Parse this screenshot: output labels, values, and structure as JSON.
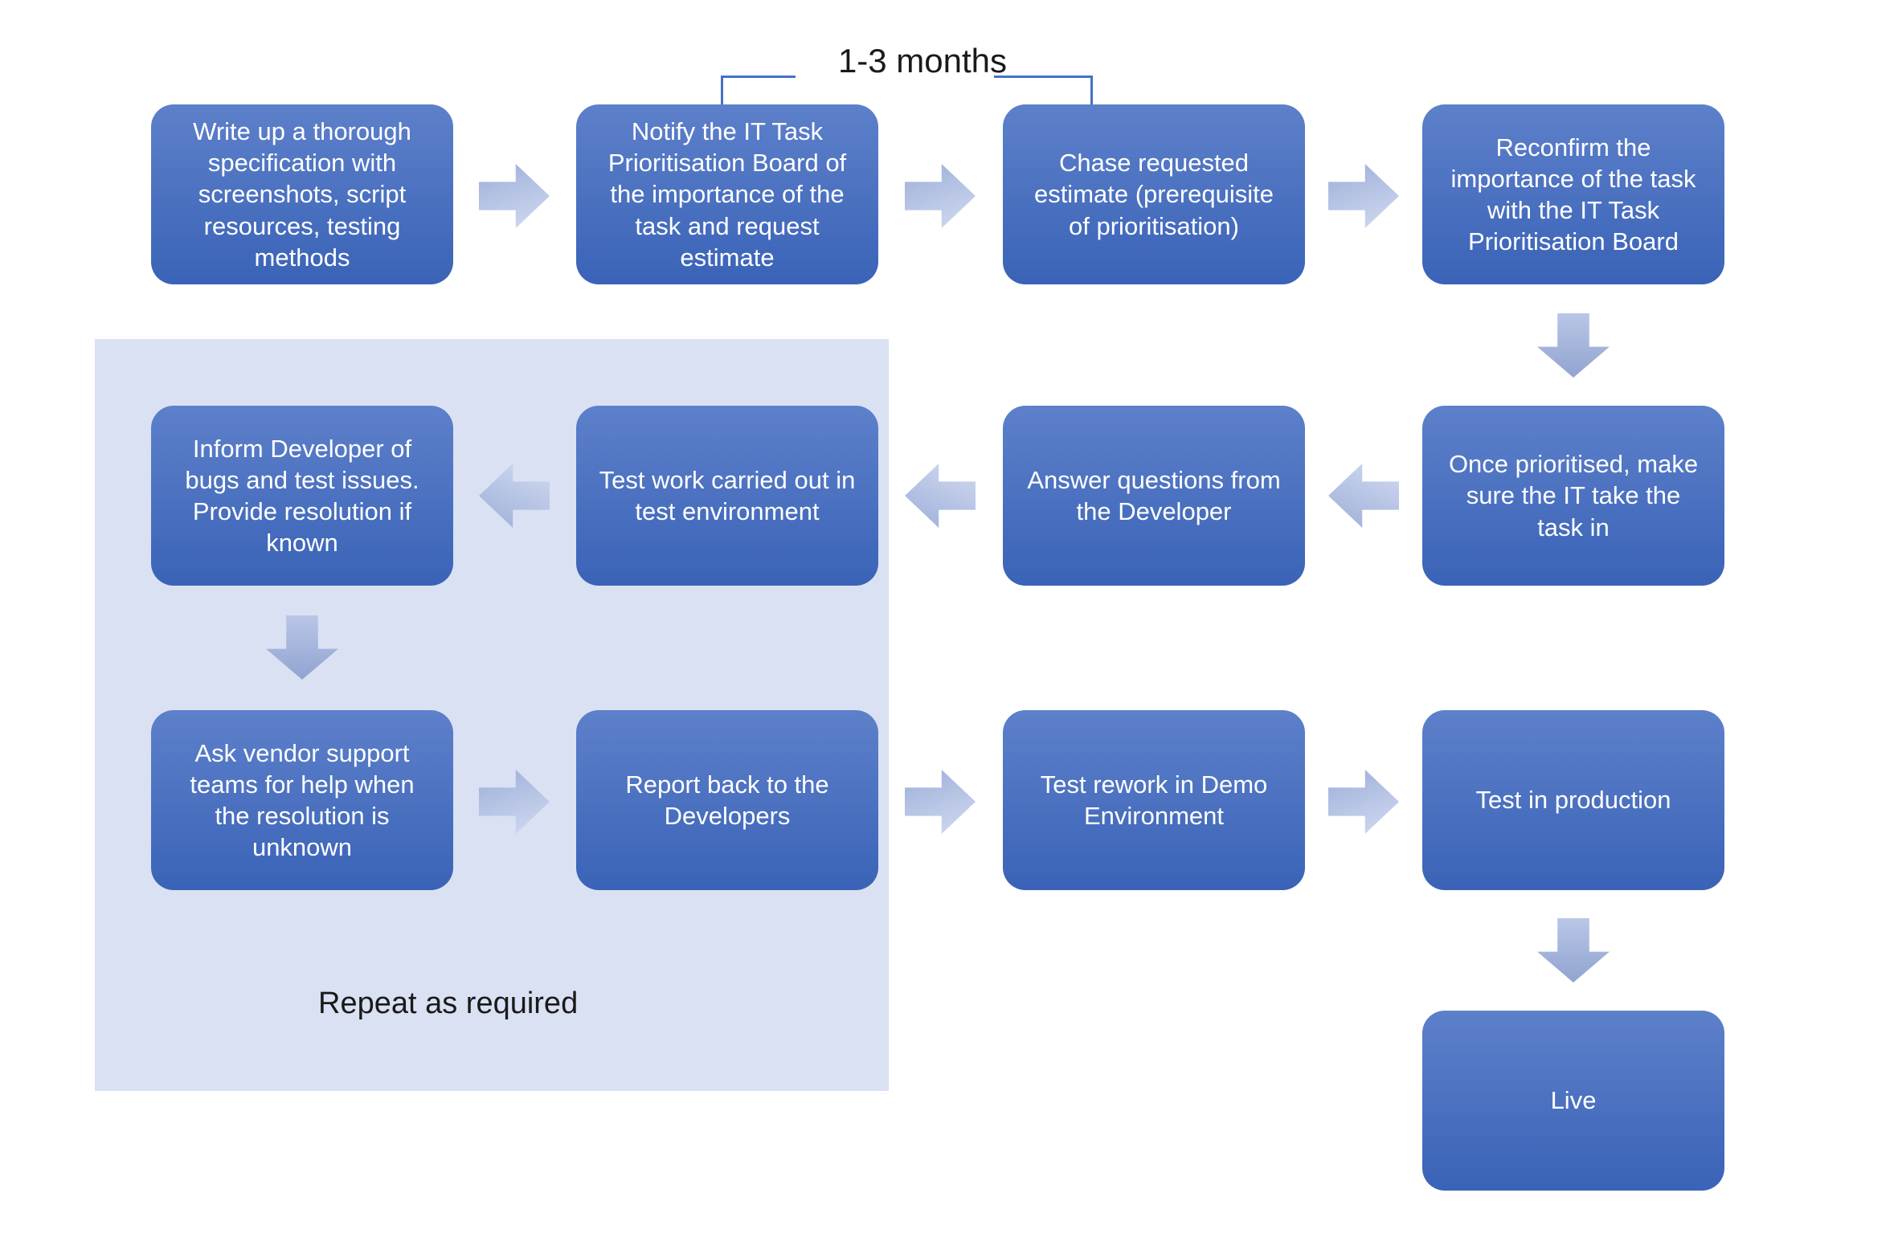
{
  "diagram": {
    "duration_label": "1-3 months",
    "repeat_label": "Repeat as required"
  },
  "nodes": [
    {
      "id": "write-up-specification",
      "label": "Write up a thorough specification with screenshots, script resources, testing methods"
    },
    {
      "id": "notify-board",
      "label": "Notify the IT Task Prioritisation Board of the importance of the task and request estimate"
    },
    {
      "id": "chase-estimate",
      "label": "Chase requested estimate (prerequisite of prioritisation)"
    },
    {
      "id": "reconfirm-importance",
      "label": "Reconfirm the importance of the task with the IT Task Prioritisation Board"
    },
    {
      "id": "once-prioritised",
      "label": "Once prioritised, make sure the IT take the task in"
    },
    {
      "id": "answer-questions",
      "label": "Answer questions from the Developer"
    },
    {
      "id": "test-work",
      "label": "Test work carried out in test environment"
    },
    {
      "id": "inform-developer",
      "label": "Inform Developer of bugs and test issues. Provide resolution if known"
    },
    {
      "id": "ask-vendor-support",
      "label": "Ask vendor support teams for help when the resolution is unknown"
    },
    {
      "id": "report-back",
      "label": "Report back to the Developers"
    },
    {
      "id": "test-rework-demo",
      "label": "Test rework in Demo Environment"
    },
    {
      "id": "test-in-production",
      "label": "Test in production"
    },
    {
      "id": "live",
      "label": "Live"
    }
  ],
  "edges": [
    {
      "from": "write-up-specification",
      "to": "notify-board",
      "direction": "right"
    },
    {
      "from": "notify-board",
      "to": "chase-estimate",
      "direction": "right"
    },
    {
      "from": "chase-estimate",
      "to": "reconfirm-importance",
      "direction": "right"
    },
    {
      "from": "reconfirm-importance",
      "to": "once-prioritised",
      "direction": "down"
    },
    {
      "from": "once-prioritised",
      "to": "answer-questions",
      "direction": "left"
    },
    {
      "from": "answer-questions",
      "to": "test-work",
      "direction": "left"
    },
    {
      "from": "test-work",
      "to": "inform-developer",
      "direction": "left"
    },
    {
      "from": "inform-developer",
      "to": "ask-vendor-support",
      "direction": "down"
    },
    {
      "from": "ask-vendor-support",
      "to": "report-back",
      "direction": "right"
    },
    {
      "from": "report-back",
      "to": "test-rework-demo",
      "direction": "right"
    },
    {
      "from": "test-rework-demo",
      "to": "test-in-production",
      "direction": "right"
    },
    {
      "from": "test-in-production",
      "to": "live",
      "direction": "down"
    }
  ],
  "annotations": {
    "duration_bracket_spans": "notify-board to chase-estimate",
    "repeat_region_contains": [
      "inform-developer",
      "test-work",
      "ask-vendor-support",
      "report-back"
    ]
  },
  "colors": {
    "box_top": "#5d80ca",
    "box_bottom": "#3a63b7",
    "arrow_light": "#d2daf0",
    "arrow_dark": "#9cafd9",
    "arrow_down_light": "#bac6e6",
    "arrow_down_dark": "#90a4d1",
    "region_bg": "#dae1f3",
    "bracket": "#4472c4",
    "label_text": "#1a1a1a",
    "node_text": "#ffffff",
    "page_bg": "#ffffff"
  }
}
